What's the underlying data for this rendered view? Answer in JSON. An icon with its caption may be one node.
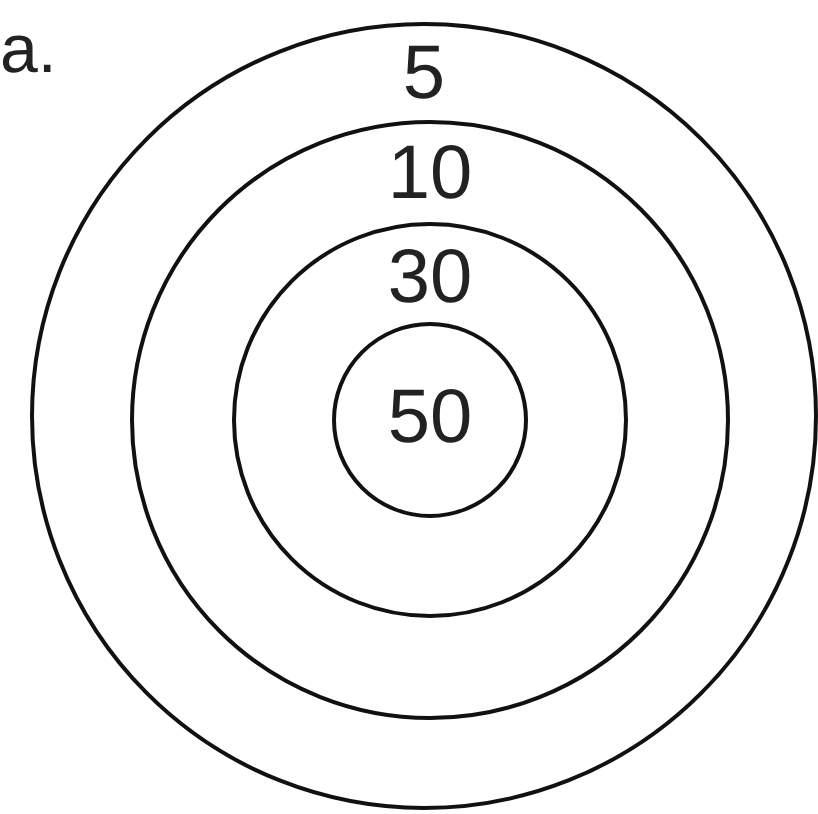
{
  "diagram": {
    "nodes": [
      {
        "text": [
          "5"
        ]
      },
      {
        "text": [
          "10"
        ],
        "in": 0
      },
      {
        "text": [
          "30"
        ],
        "in": 1
      },
      {
        "text": [
          "50"
        ],
        "in": 2
      }
    ],
    "labels": [
      "a."
    ]
  }
}
